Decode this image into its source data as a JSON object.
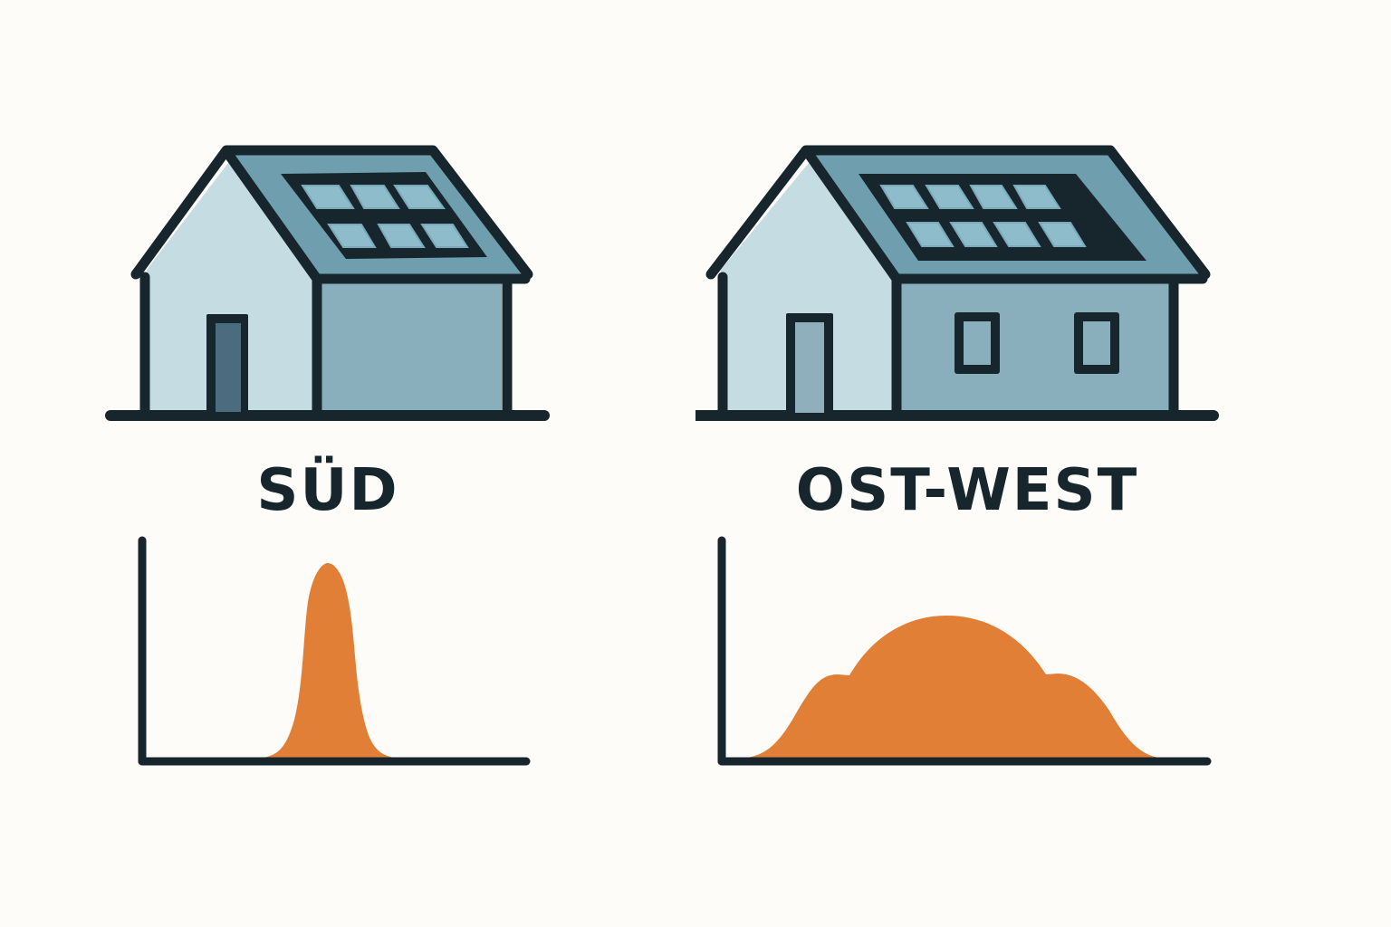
{
  "colors": {
    "background": "#fdfcf9",
    "outline": "#17262d",
    "wall_light": "#c5dde2",
    "wall_dark": "#89aebc",
    "roof": "#6f9fae",
    "panel_cell": "#8fbccb",
    "door_south": "#4b6b7e",
    "door_eastwest": "#8eafbb",
    "curve_fill": "#e07f35"
  },
  "panels": [
    {
      "label": "SÜD",
      "house": {
        "solar_rows": 2,
        "solar_cols": 3,
        "windows": 0
      }
    },
    {
      "label": "OST-WEST",
      "house": {
        "solar_rows": 2,
        "solar_cols": 4,
        "windows": 2
      }
    }
  ],
  "chart_data": [
    {
      "type": "area",
      "title": "SÜD",
      "xlabel": "",
      "ylabel": "",
      "grid": false,
      "x": [
        0,
        1,
        2,
        3,
        4,
        5,
        6,
        7,
        8,
        9,
        10,
        11,
        12,
        13,
        14,
        15,
        16,
        17,
        18,
        19,
        20
      ],
      "values": [
        0,
        0,
        0,
        0,
        0,
        0,
        1,
        3,
        12,
        45,
        88,
        100,
        88,
        45,
        12,
        3,
        1,
        0,
        0,
        0,
        0
      ],
      "description": "Narrow, tall midday production peak"
    },
    {
      "type": "area",
      "title": "OST-WEST",
      "xlabel": "",
      "ylabel": "",
      "grid": false,
      "x": [
        0,
        1,
        2,
        3,
        4,
        5,
        6,
        7,
        8,
        9,
        10,
        11,
        12,
        13,
        14,
        15,
        16,
        17,
        18,
        19,
        20
      ],
      "values": [
        0,
        2,
        8,
        22,
        38,
        46,
        47,
        52,
        60,
        66,
        68,
        66,
        60,
        52,
        47,
        46,
        38,
        22,
        8,
        2,
        0
      ],
      "description": "Broad, flat production curve with morning and evening shoulders"
    }
  ]
}
